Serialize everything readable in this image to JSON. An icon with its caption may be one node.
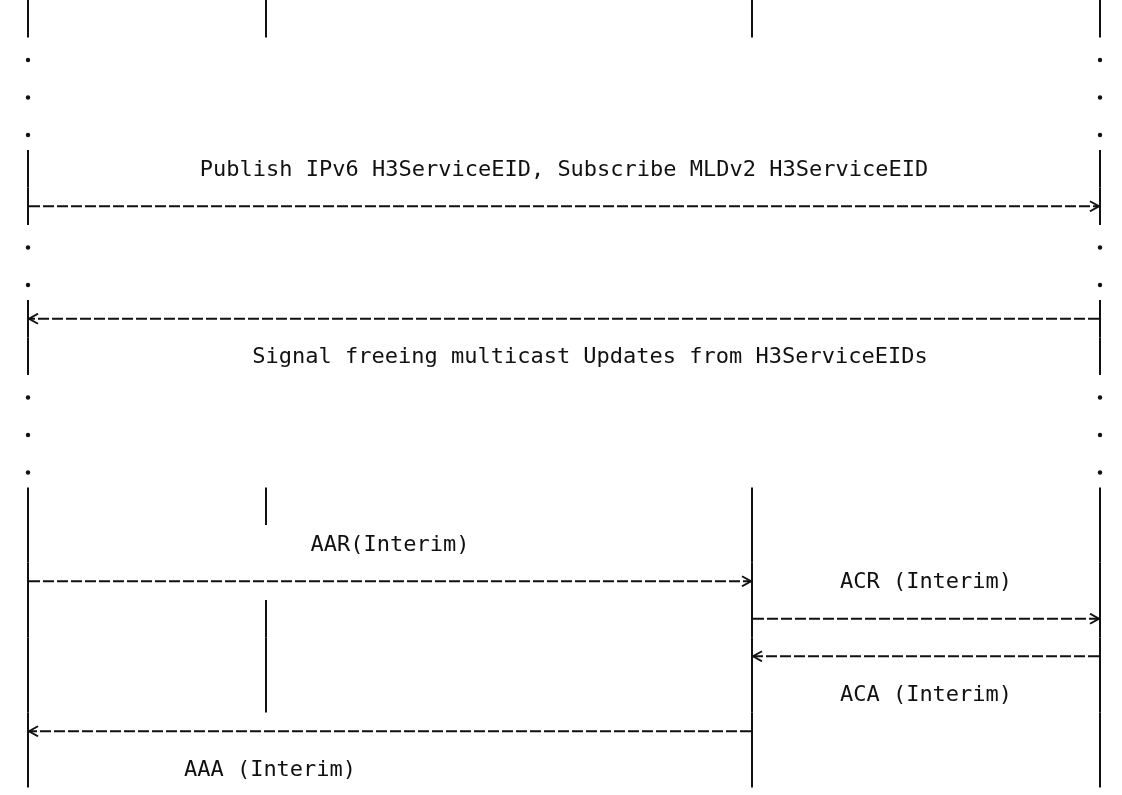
{
  "diagram": {
    "nodes": [
      {
        "text": [],
        "shape": "bar"
      },
      {
        "text": [],
        "shape": "bar"
      },
      {
        "text": [],
        "shape": "bar"
      },
      {
        "text": [],
        "shape": "bar"
      }
    ],
    "edges": [
      {
        "from": 0,
        "to": 3,
        "arrow": "to",
        "label": "Publish IPv6 H3ServiceEID, Subscribe MLDv2 H3ServiceEID"
      },
      {
        "from": 3,
        "to": 0,
        "arrow": "to",
        "label": "Signal freeing multicast Updates from H3ServiceEIDs"
      },
      {
        "from": 0,
        "to": 2,
        "arrow": "to",
        "label": "AAR(Interim)"
      },
      {
        "from": 2,
        "to": 3,
        "arrow": "to",
        "label": "ACR (Interim)"
      },
      {
        "from": 3,
        "to": 2,
        "arrow": "to",
        "label": "ACA (Interim)"
      },
      {
        "from": 2,
        "to": 0,
        "arrow": "to",
        "label": "AAA (Interim)"
      }
    ]
  }
}
